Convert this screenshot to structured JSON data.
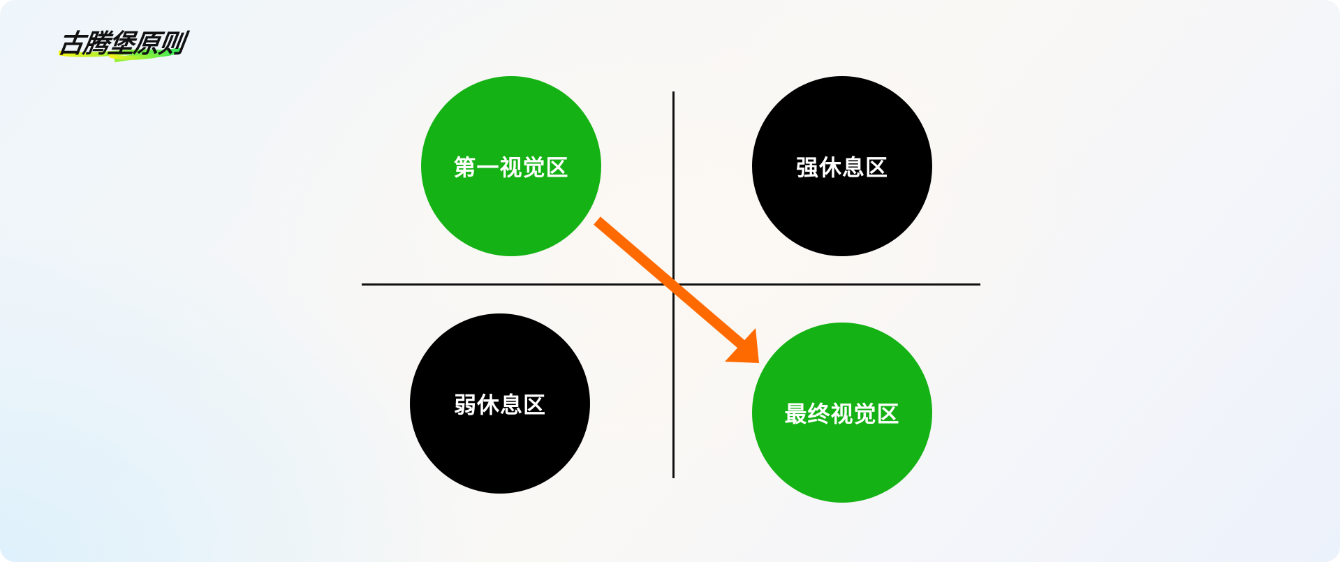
{
  "logo": {
    "text": "古腾堡原则"
  },
  "colors": {
    "green": "#14b214",
    "black": "#000000",
    "arrow": "#ff6a00",
    "axis": "#111111",
    "label": "#ffffff"
  },
  "zones": {
    "top_left": {
      "label": "第一视觉区",
      "color": "#14b214"
    },
    "top_right": {
      "label": "强休息区",
      "color": "#000000"
    },
    "bottom_left": {
      "label": "弱休息区",
      "color": "#000000"
    },
    "bottom_right": {
      "label": "最终视觉区",
      "color": "#14b214"
    }
  },
  "arrow": {
    "from": "第一视觉区",
    "to": "最终视觉区",
    "icon": "arrow-down-right-icon"
  }
}
